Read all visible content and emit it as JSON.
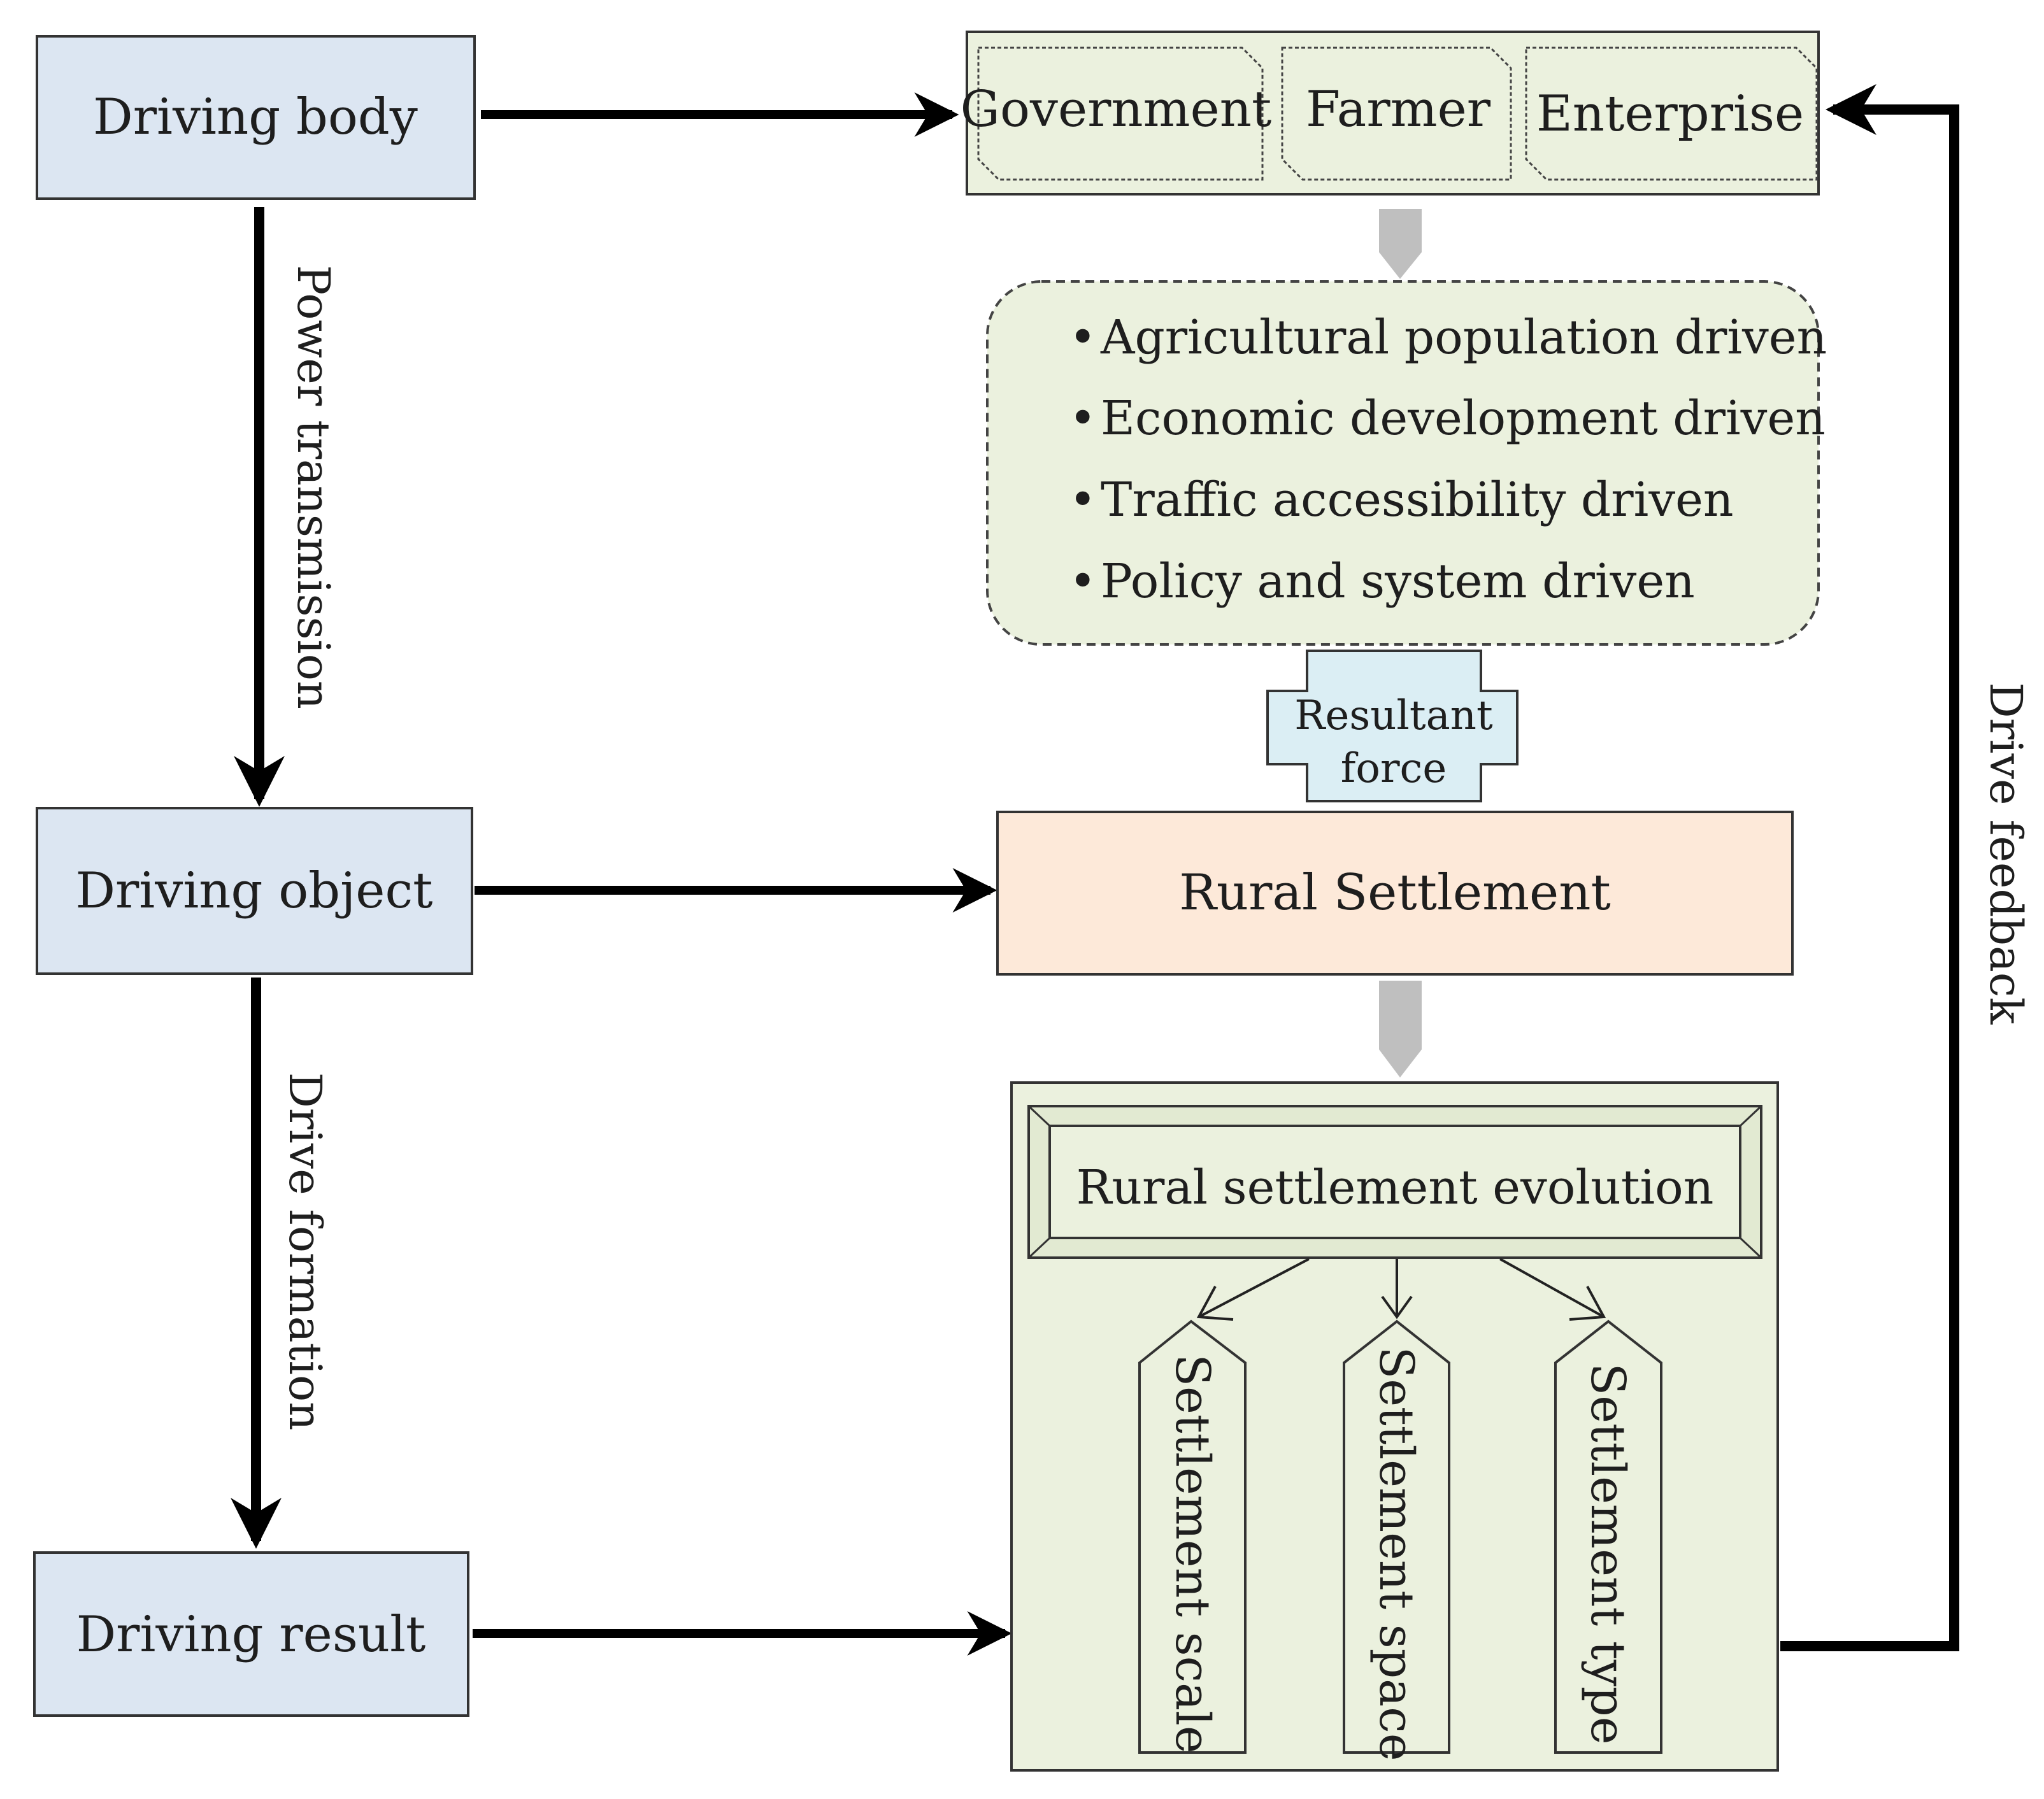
{
  "colors": {
    "stage_box_fill": "#dce6f2",
    "actor_panel_fill": "#ebf1de",
    "factor_panel_fill": "#ebf1de",
    "resultant_fill": "#dbeef4",
    "settlement_fill": "#fde9d9",
    "evolution_panel_fill": "#ebf1de",
    "gray_arrow": "#bfbfbf",
    "line": "#000000"
  },
  "stages": {
    "body": "Driving body",
    "object": "Driving object",
    "result": "Driving result"
  },
  "flows": {
    "power_transmission": "Power transmission",
    "drive_formation": "Drive formation",
    "drive_feedback": "Drive feedback"
  },
  "actors": [
    "Government",
    "Farmer",
    "Enterprise"
  ],
  "factors": [
    "Agricultural population driven",
    "Economic development driven",
    "Traffic accessibility driven",
    "Policy and system driven"
  ],
  "bullet": "•",
  "resultant": {
    "line1": "Resultant",
    "line2": "force"
  },
  "settlement": "Rural Settlement",
  "evolution": {
    "title": "Rural settlement evolution",
    "outcomes": [
      "Settlement scale",
      "Settlement space",
      "Settlement type"
    ]
  }
}
